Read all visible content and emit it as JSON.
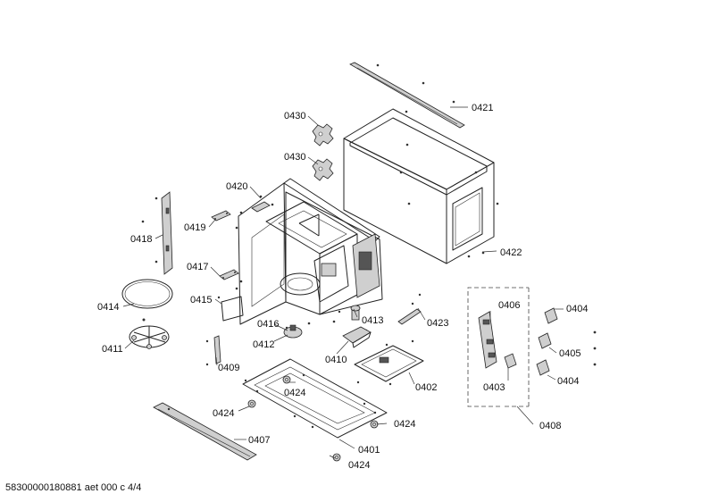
{
  "footer": {
    "doc_id": "58300000180881 aet 000 c 4/4"
  },
  "labels": {
    "p0401": "0401",
    "p0402": "0402",
    "p0403": "0403",
    "p0404a": "0404",
    "p0404b": "0404",
    "p0405": "0405",
    "p0406": "0406",
    "p0407": "0407",
    "p0408": "0408",
    "p0409": "0409",
    "p0410": "0410",
    "p0411": "0411",
    "p0412": "0412",
    "p0413": "0413",
    "p0414": "0414",
    "p0415": "0415",
    "p0416": "0416",
    "p0417": "0417",
    "p0418": "0418",
    "p0419": "0419",
    "p0420": "0420",
    "p0421": "0421",
    "p0422": "0422",
    "p0423": "0423",
    "p0424a": "0424",
    "p0424b": "0424",
    "p0424c": "0424",
    "p0424d": "0424",
    "p0430a": "0430",
    "p0430b": "0430"
  }
}
